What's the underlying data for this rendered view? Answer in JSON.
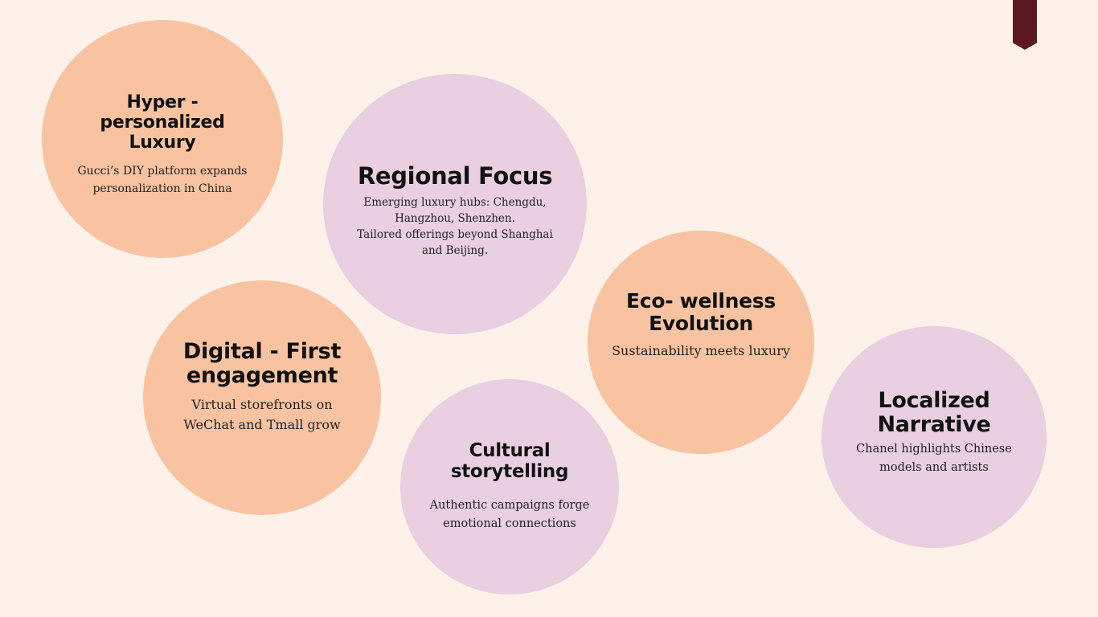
{
  "circles": [
    {
      "title": "Hyper -personalized Luxury",
      "body": "Gucci’s DIY platform expands personalization in China",
      "color": "#f9c3a1"
    },
    {
      "title": "Regional Focus",
      "body_lines": [
        "Emerging luxury hubs: Chengdu, Hangzhou, Shenzhen.",
        "Tailored offerings beyond Shanghai and Beijing."
      ],
      "color": "#e9cfe0"
    },
    {
      "title": "Digital - First engagement",
      "body": "Virtual storefronts on WeChat and Tmall grow",
      "color": "#f9c3a1"
    },
    {
      "title": "Eco- wellness Evolution",
      "body": "Sustainability meets luxury",
      "color": "#f9c3a1"
    },
    {
      "title": "Cultural storytelling",
      "body": "Authentic campaigns forge emotional connections",
      "color": "#e9cfe0"
    },
    {
      "title": "Localized Narrative",
      "body": "Chanel highlights Chinese models and artists",
      "color": "#e9cfe0"
    }
  ],
  "bookmark_color": "#5a1a1f"
}
